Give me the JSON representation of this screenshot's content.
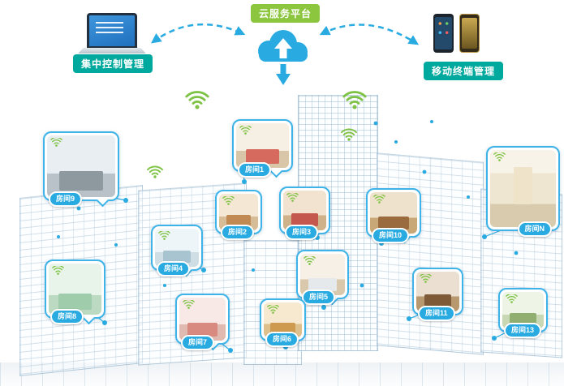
{
  "colors": {
    "accent_blue": "#29abe2",
    "label_green": "#8cc63f",
    "label_teal": "#00a99d",
    "wifi_green": "#7dc242"
  },
  "cloud": {
    "label": "云服务平台"
  },
  "management": {
    "central": {
      "label": "集中控制管理"
    },
    "mobile": {
      "label": "移动终端管理"
    }
  },
  "rooms": [
    {
      "label": "房间9"
    },
    {
      "label": "房间1"
    },
    {
      "label": "房间4"
    },
    {
      "label": "房间2"
    },
    {
      "label": "房间3"
    },
    {
      "label": "房间10"
    },
    {
      "label": "房间N"
    },
    {
      "label": "房间5"
    },
    {
      "label": "房间8"
    },
    {
      "label": "房间7"
    },
    {
      "label": "房间6"
    },
    {
      "label": "房间11"
    },
    {
      "label": "房间13"
    }
  ]
}
